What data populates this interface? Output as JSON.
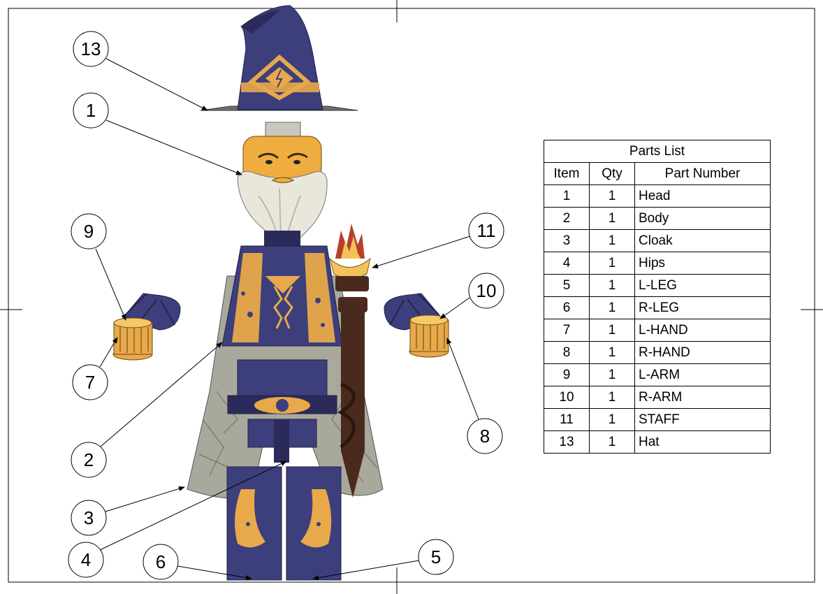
{
  "colors": {
    "navy": "#3d3f7c",
    "navy_dark": "#2a2b5a",
    "gold": "#e8a94a",
    "skin": "#efac3f",
    "beard": "#e9e6dc",
    "cloak": "#a8a89c",
    "staff": "#4a2a1d",
    "flame_outer": "#b8402a",
    "flame_inner": "#f3c35a",
    "neck": "#c9c8bd"
  },
  "balloons": [
    {
      "id": "13"
    },
    {
      "id": "1"
    },
    {
      "id": "9"
    },
    {
      "id": "7"
    },
    {
      "id": "11"
    },
    {
      "id": "10"
    },
    {
      "id": "8"
    },
    {
      "id": "2"
    },
    {
      "id": "3"
    },
    {
      "id": "4"
    },
    {
      "id": "6"
    },
    {
      "id": "5"
    }
  ],
  "parts_list": {
    "title": "Parts List",
    "headers": [
      "Item",
      "Qty",
      "Part Number"
    ],
    "rows": [
      {
        "item": "1",
        "qty": "1",
        "part": "Head"
      },
      {
        "item": "2",
        "qty": "1",
        "part": "Body"
      },
      {
        "item": "3",
        "qty": "1",
        "part": "Cloak"
      },
      {
        "item": "4",
        "qty": "1",
        "part": "Hips"
      },
      {
        "item": "5",
        "qty": "1",
        "part": "L-LEG"
      },
      {
        "item": "6",
        "qty": "1",
        "part": "R-LEG"
      },
      {
        "item": "7",
        "qty": "1",
        "part": "L-HAND"
      },
      {
        "item": "8",
        "qty": "1",
        "part": "R-HAND"
      },
      {
        "item": "9",
        "qty": "1",
        "part": "L-ARM"
      },
      {
        "item": "10",
        "qty": "1",
        "part": "R-ARM"
      },
      {
        "item": "11",
        "qty": "1",
        "part": "STAFF"
      },
      {
        "item": "13",
        "qty": "1",
        "part": "Hat"
      }
    ]
  }
}
